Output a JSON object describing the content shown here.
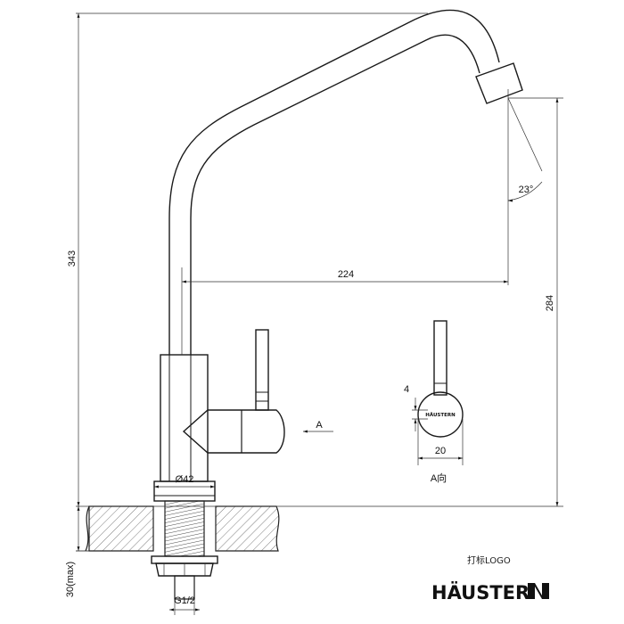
{
  "dimensions": {
    "height_total": "343",
    "height_outlet": "284",
    "reach": "224",
    "angle": "23°",
    "body_diameter": "Ø42",
    "thread": "G1/2",
    "mount_thickness": "30(max)",
    "handle_offset": "4",
    "handle_width": "20"
  },
  "labels": {
    "view_arrow": "A",
    "view_title": "A向",
    "logo_note": "打标LOGO",
    "handle_logo": "HÄUSTERN"
  },
  "brand": {
    "name": "HÄUSTER"
  },
  "colors": {
    "line": "#1a1a1a",
    "background": "#ffffff"
  }
}
